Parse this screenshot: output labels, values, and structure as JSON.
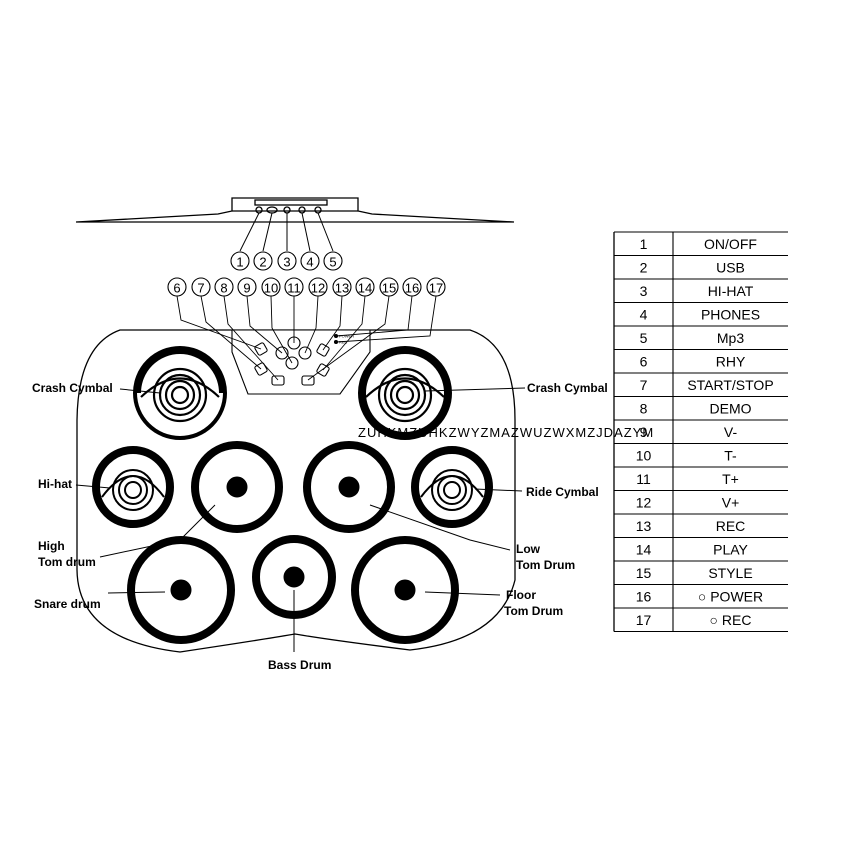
{
  "watermark": "ZUHKMZUHKZWYZMAZWUZWXMZJDAZYM",
  "top_callouts": [
    "1",
    "2",
    "3",
    "4",
    "5"
  ],
  "panel_callouts": [
    "6",
    "7",
    "8",
    "9",
    "10",
    "11",
    "12",
    "13",
    "14",
    "15",
    "16",
    "17"
  ],
  "panel_leds": [
    "POWER",
    "REC"
  ],
  "drum_labels": {
    "crash_cymbal_left": "Crash Cymbal",
    "crash_cymbal_right": "Crash Cymbal",
    "hi_hat": "Hi-hat",
    "ride_cymbal": "Ride Cymbal",
    "high_tom_line1": "High",
    "high_tom_line2": "Tom drum",
    "low_tom_line1": "Low",
    "low_tom_line2": "Tom Drum",
    "snare_drum": "Snare drum",
    "floor_tom_line1": "Floor",
    "floor_tom_line2": "Tom Drum",
    "bass_drum": "Bass Drum"
  },
  "legend_rows": [
    {
      "num": "1",
      "name": "ON/OFF"
    },
    {
      "num": "2",
      "name": "USB"
    },
    {
      "num": "3",
      "name": "HI-HAT"
    },
    {
      "num": "4",
      "name": "PHONES"
    },
    {
      "num": "5",
      "name": "Mp3"
    },
    {
      "num": "6",
      "name": "RHY"
    },
    {
      "num": "7",
      "name": "START/STOP"
    },
    {
      "num": "8",
      "name": "DEMO"
    },
    {
      "num": "9",
      "name": "V-"
    },
    {
      "num": "10",
      "name": "T-"
    },
    {
      "num": "11",
      "name": "T+"
    },
    {
      "num": "12",
      "name": "V+"
    },
    {
      "num": "13",
      "name": "REC"
    },
    {
      "num": "14",
      "name": "PLAY"
    },
    {
      "num": "15",
      "name": "STYLE"
    },
    {
      "num": "16",
      "name": "○ POWER"
    },
    {
      "num": "17",
      "name": "○ REC"
    }
  ]
}
